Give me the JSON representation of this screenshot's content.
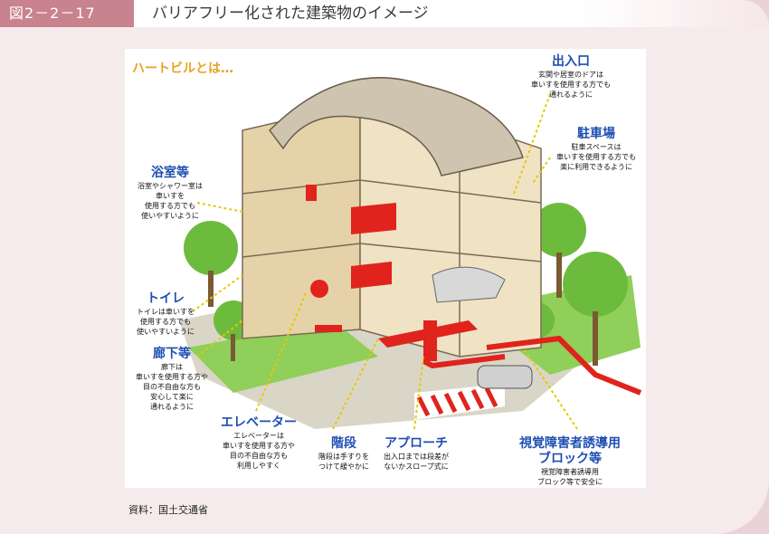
{
  "header": {
    "figure_number": "図2－2－17",
    "title": "バリアフリー化された建築物のイメージ"
  },
  "diagram": {
    "heading": "ハートビルとは…",
    "labels": [
      {
        "id": "entrance",
        "title": "出入口",
        "lines": [
          "玄関や居室のドアは",
          "車いすを使用する方でも",
          "通れるように"
        ]
      },
      {
        "id": "parking",
        "title": "駐車場",
        "lines": [
          "駐車スペースは",
          "車いすを使用する方でも",
          "楽に利用できるように"
        ]
      },
      {
        "id": "bath",
        "title": "浴室等",
        "lines": [
          "浴室やシャワー室は",
          "車いすを",
          "使用する方でも",
          "使いやすいように"
        ]
      },
      {
        "id": "toilet",
        "title": "トイレ",
        "lines": [
          "トイレは車いすを",
          "使用する方でも",
          "使いやすいように"
        ]
      },
      {
        "id": "corridor",
        "title": "廊下等",
        "lines": [
          "廊下は",
          "車いすを使用する方や",
          "目の不自由な方も",
          "安心して楽に",
          "通れるように"
        ]
      },
      {
        "id": "elevator",
        "title": "エレベーター",
        "lines": [
          "エレベーターは",
          "車いすを使用する方や",
          "目の不自由な方も",
          "利用しやすく"
        ]
      },
      {
        "id": "stairs",
        "title": "階段",
        "lines": [
          "階段は手すりを",
          "つけて緩やかに"
        ]
      },
      {
        "id": "approach",
        "title": "アプローチ",
        "lines": [
          "出入口までは段差が",
          "ないかスロープ式に"
        ]
      },
      {
        "id": "tactile",
        "title": "視覚障害者誘導用\nブロック等",
        "lines": [
          "視覚障害者誘導用",
          "ブロック等で安全に"
        ]
      }
    ]
  },
  "source": "資料：国土交通省",
  "colors": {
    "accent_pink": "#c8838e",
    "label_blue": "#1e4fb3",
    "heading_orange": "#e8a320",
    "barrier_red": "#e0231c",
    "greenery": "#6dbb3c"
  }
}
